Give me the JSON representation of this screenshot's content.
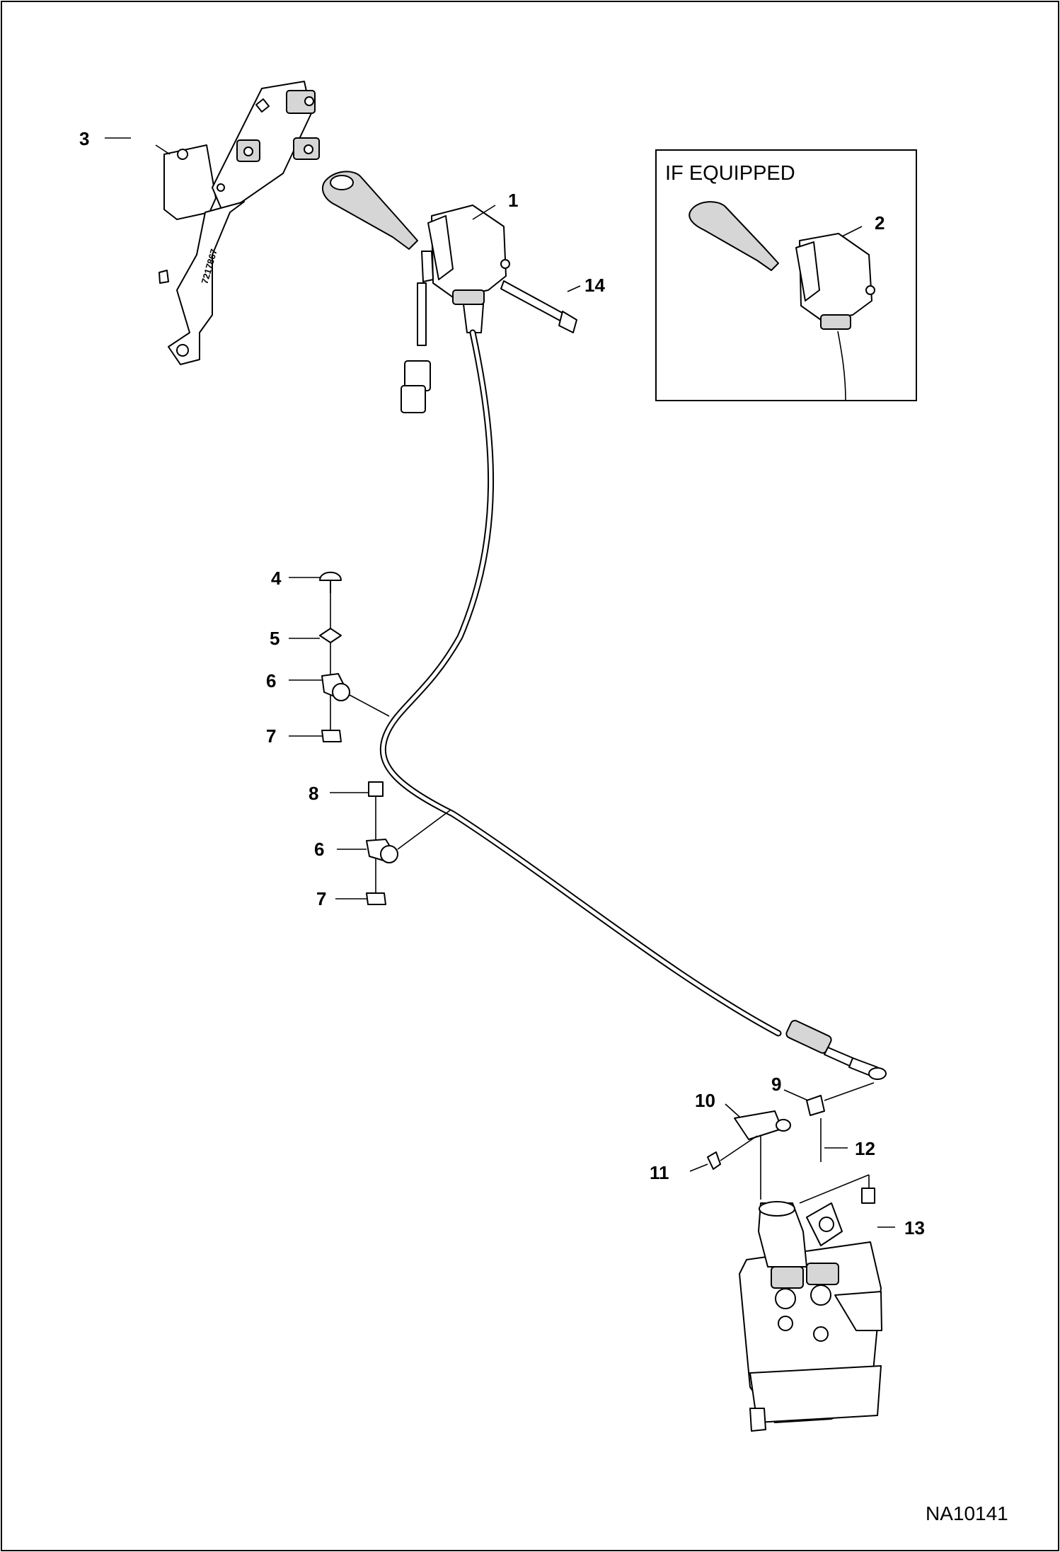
{
  "figure_id": "NA10141",
  "inset": {
    "title": "IF EQUIPPED"
  },
  "callouts": [
    "1",
    "2",
    "3",
    "4",
    "5",
    "6",
    "6",
    "7",
    "7",
    "8",
    "9",
    "10",
    "11",
    "12",
    "13",
    "14"
  ],
  "bracket_stamp": "7217867",
  "colors": {
    "line": "#000000",
    "background": "#ffffff",
    "shading": "#d6d6d6"
  }
}
